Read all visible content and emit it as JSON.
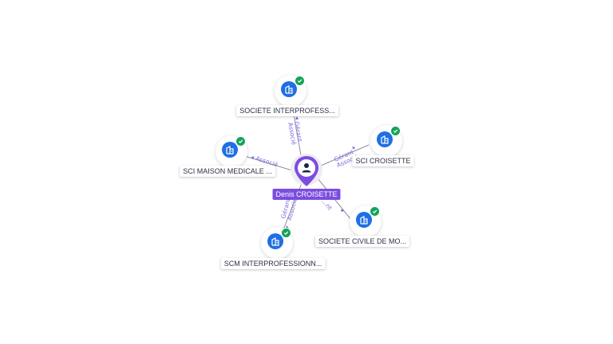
{
  "center": {
    "name": "Denis CROISETTE"
  },
  "companies": [
    {
      "name": "SOCIETE INTERPROFESS...",
      "role_lines": [
        "Gérant",
        "Associé"
      ]
    },
    {
      "name": "SCI MAISON MEDICALE ...",
      "role_lines": [
        "Associé"
      ]
    },
    {
      "name": "SCI CROISETTE",
      "role_lines": [
        "Gérant",
        "Associé"
      ]
    },
    {
      "name": "SOCIETE CIVILE DE MO...",
      "role_lines": [
        "...nt"
      ]
    },
    {
      "name": "SCM INTERPROFESSIONN...",
      "role_lines": [
        "Gérant",
        "Associé"
      ]
    }
  ],
  "colors": {
    "company_icon": "#1f6fe5",
    "verified_badge": "#14a35a",
    "person_pin": "#7c4ddf",
    "edge_label": "#7a6ae0"
  },
  "icons": {
    "company": "building-icon",
    "verified": "check-badge-icon",
    "person": "person-icon"
  }
}
